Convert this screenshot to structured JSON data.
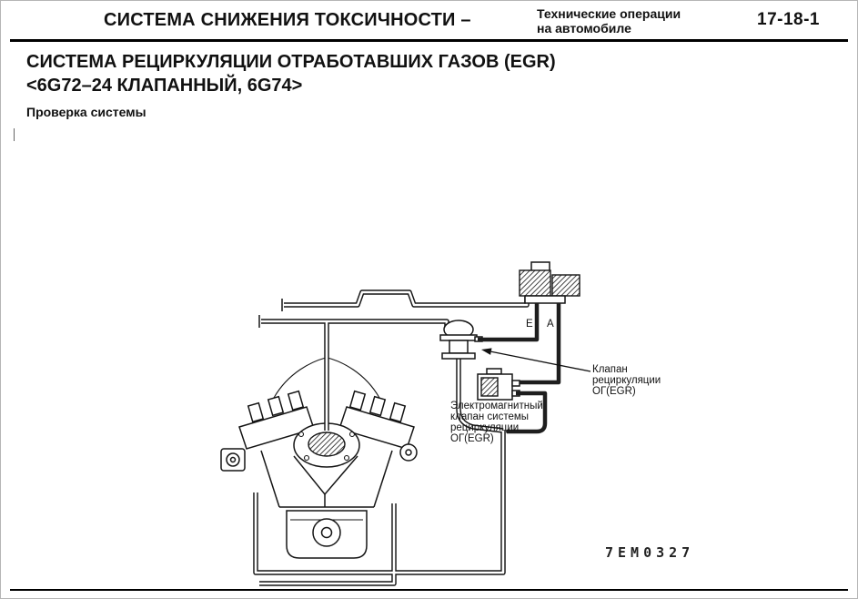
{
  "header": {
    "title": "СИСТЕМА СНИЖЕНИЯ ТОКСИЧНОСТИ –",
    "subtitle_line1": "Технические операции",
    "subtitle_line2": "на автомобиле",
    "page_number": "17-18-1"
  },
  "section": {
    "heading_line1": "СИСТЕМА РЕЦИРКУЛЯЦИИ ОТРАБОТАВШИХ ГАЗОВ (EGR)",
    "heading_line2": "<6G72–24 КЛАПАННЫЙ, 6G74>",
    "subheading": "Проверка системы"
  },
  "diagram": {
    "port_e": "E",
    "port_a": "A",
    "egr_valve_label": [
      "Клапан",
      "рециркуляции",
      "ОГ(EGR)"
    ],
    "solenoid_label": [
      "Электромагнитный",
      "клапан системы",
      "рециркуляции",
      "ОГ(EGR)"
    ],
    "drawing_number": "7EM0327"
  }
}
